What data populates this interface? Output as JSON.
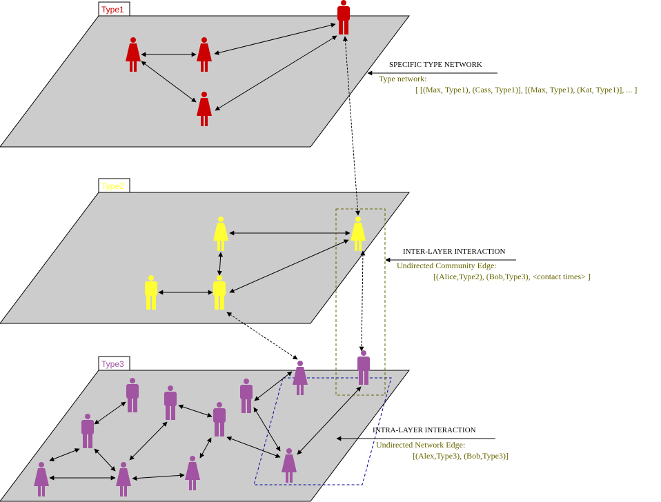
{
  "layers": [
    {
      "id": "type1",
      "tab": "Type1",
      "color": "#cc0000"
    },
    {
      "id": "type2",
      "tab": "Type2",
      "color": "#ffff33"
    },
    {
      "id": "type3",
      "tab": "Type3",
      "color": "#a154a1"
    }
  ],
  "annotations": {
    "specific": {
      "heading": "SPECIFIC TYPE NETWORK",
      "line1": "Type network:",
      "line2": "[ [(Max, Type1), (Cass, Type1)],  [(Max, Type1), (Kat, Type1)], ...  ]"
    },
    "inter": {
      "heading": "INTER-LAYER INTERACTION",
      "line1": "Undirected Community Edge:",
      "line2": "[(Alice,Type2), (Bob,Type3),  <contact times> ]"
    },
    "intra": {
      "heading": "INTRA-LAYER INTERACTION",
      "line1": "Undirected Network Edge:",
      "line2": "[(Alex,Type3), (Bob,Type3)]"
    }
  },
  "colors": {
    "plane_fill": "#cccccc",
    "annotation_text": "#666600",
    "community_box": "#666600",
    "network_box": "#000099"
  }
}
